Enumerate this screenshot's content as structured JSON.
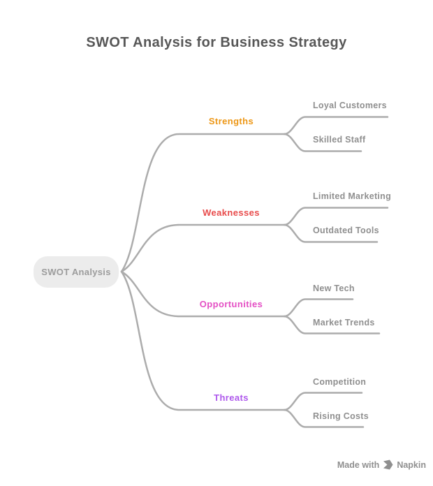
{
  "title": "SWOT Analysis for Business Strategy",
  "root": {
    "label": "SWOT Analysis"
  },
  "branches": [
    {
      "label": "Strengths",
      "color": "#ED9716",
      "children": [
        "Loyal Customers",
        "Skilled Staff"
      ]
    },
    {
      "label": "Weaknesses",
      "color": "#E84B4B",
      "children": [
        "Limited Marketing",
        "Outdated Tools"
      ]
    },
    {
      "label": "Opportunities",
      "color": "#E44FC4",
      "children": [
        "New Tech",
        "Market Trends"
      ]
    },
    {
      "label": "Threats",
      "color": "#AE58EC",
      "children": [
        "Competition",
        "Rising Costs"
      ]
    }
  ],
  "footer": {
    "made_with": "Made with",
    "brand": "Napkin",
    "logo_icon": "napkin-pen-nib-icon"
  },
  "colors": {
    "background": "#FFFFFF",
    "line": "#ACACAC",
    "title_text": "#575757",
    "node_fill": "#ECECEC",
    "node_text": "#9C9C9C",
    "leaf_text": "#8F8F8F",
    "footer_text": "#8F8F8F"
  }
}
